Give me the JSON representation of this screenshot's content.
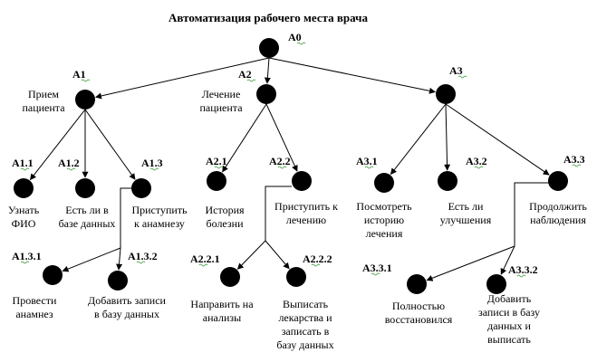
{
  "title": "Автоматизация рабочего места врача",
  "nodes": {
    "A0": {
      "code": "A0",
      "label": []
    },
    "A1": {
      "code": "A1",
      "label": [
        "Прием",
        "пациента"
      ]
    },
    "A2": {
      "code": "A2",
      "label": [
        "Лечение",
        "пациента"
      ]
    },
    "A3": {
      "code": "A3",
      "label": []
    },
    "A11": {
      "code": "A1.1",
      "label": [
        "Узнать",
        "ФИО"
      ]
    },
    "A12": {
      "code": "A1.2",
      "label": [
        "Есть ли в",
        "базе данных"
      ]
    },
    "A13": {
      "code": "A1.3",
      "label": [
        "Приступить",
        "к анамнезу"
      ]
    },
    "A131": {
      "code": "A1.3.1",
      "label": [
        "Провести",
        "анамнез"
      ]
    },
    "A132": {
      "code": "A1.3.2",
      "label": [
        "Добавить записи",
        "в базу данных"
      ]
    },
    "A21": {
      "code": "A2.1",
      "label": [
        "История",
        "болезни"
      ]
    },
    "A22": {
      "code": "A2.2",
      "label": [
        "Приступить к",
        "лечению"
      ]
    },
    "A221": {
      "code": "A2.2.1",
      "label": [
        "Направить на",
        "анализы"
      ]
    },
    "A222": {
      "code": "A2.2.2",
      "label": [
        "Выписать",
        "лекарства и",
        "записать в",
        "базу данных"
      ]
    },
    "A31": {
      "code": "A3.1",
      "label": [
        "Посмотреть",
        "историю",
        "лечения"
      ]
    },
    "A32": {
      "code": "A3.2",
      "label": [
        "Есть ли",
        "улучшения"
      ]
    },
    "A33": {
      "code": "A3.3",
      "label": [
        "Продолжить",
        "наблюдения"
      ]
    },
    "A331": {
      "code": "A3.3.1",
      "label": [
        "Полностью",
        "восстановился"
      ]
    },
    "A332": {
      "code": "A3.3.2",
      "label": [
        "Добавить",
        "записи в базу",
        "данных и",
        "выписать"
      ]
    }
  }
}
